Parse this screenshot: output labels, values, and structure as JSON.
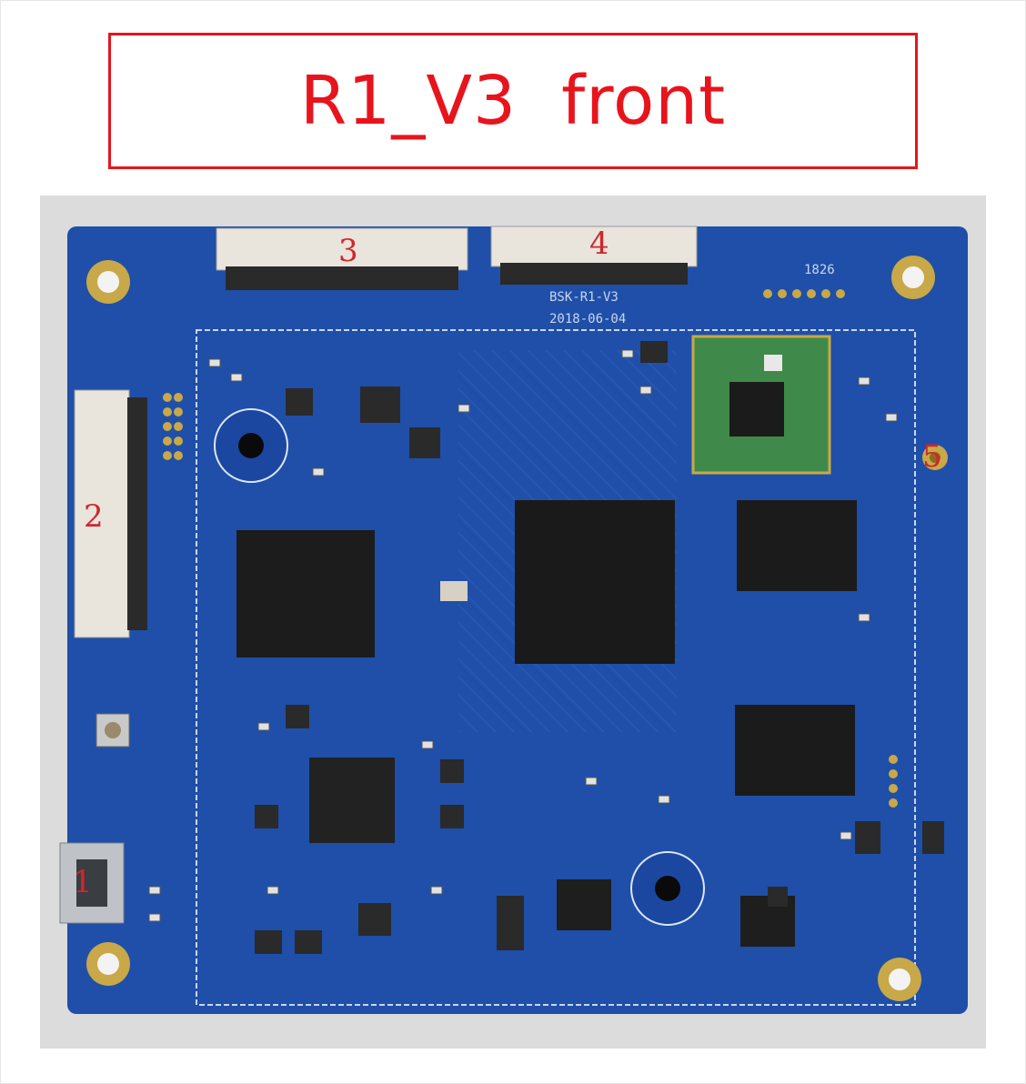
{
  "title": "R1_V3  front",
  "board": {
    "silkscreen_model": "BSK-R1-V3",
    "silkscreen_date": "2018-06-04",
    "silkscreen_code": "1826",
    "callouts": [
      "1",
      "2",
      "3",
      "4",
      "5"
    ]
  },
  "colors": {
    "frame_red": "#e8141c",
    "callout_red": "#d0262a",
    "pcb_blue": "#1f4fa8",
    "chip_black": "#1a1a1a",
    "background_gray": "#dcdcdc"
  }
}
